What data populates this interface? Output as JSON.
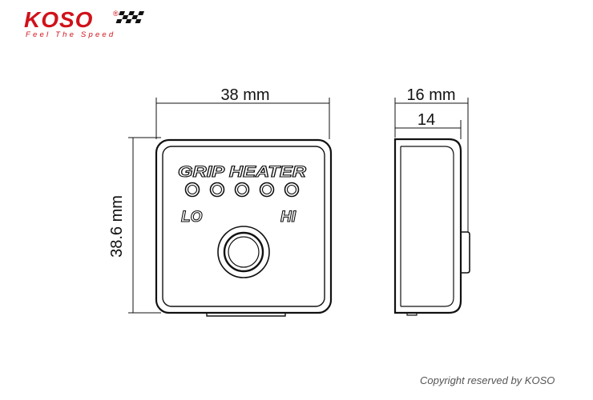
{
  "brand": {
    "name": "KOSO",
    "tagline": "Feel The Speed",
    "color": "#d0121b"
  },
  "product": {
    "title": "GRIP HEATER",
    "low_label": "LO",
    "high_label": "HI",
    "indicator_count": 5
  },
  "dimensions": {
    "width": "38 mm",
    "height": "38.6 mm",
    "depth": "16 mm",
    "body_depth": "14"
  },
  "footer": {
    "copyright": "Copyright reserved by KOSO"
  },
  "colors": {
    "line": "#111111",
    "text": "#111111",
    "copyright": "#555555"
  }
}
